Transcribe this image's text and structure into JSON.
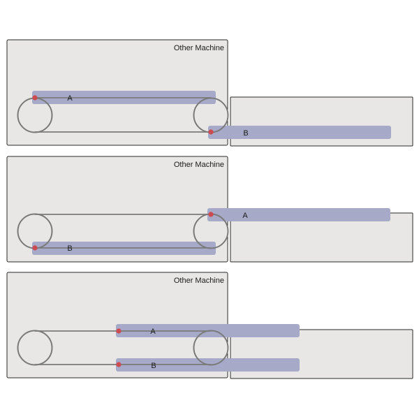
{
  "panels": [
    {
      "machine_label": "Other Machine",
      "point_a_label": "A",
      "point_b_label": "B"
    },
    {
      "machine_label": "Other Machine",
      "point_a_label": "A",
      "point_b_label": "B"
    },
    {
      "machine_label": "Other Machine",
      "point_a_label": "A",
      "point_b_label": "B"
    }
  ],
  "colors": {
    "panel_fill": "#e8e7e6",
    "band_fill": "#a6aac8",
    "pulley_stroke": "#7a7a7a",
    "point_fill": "#cc4b50"
  }
}
